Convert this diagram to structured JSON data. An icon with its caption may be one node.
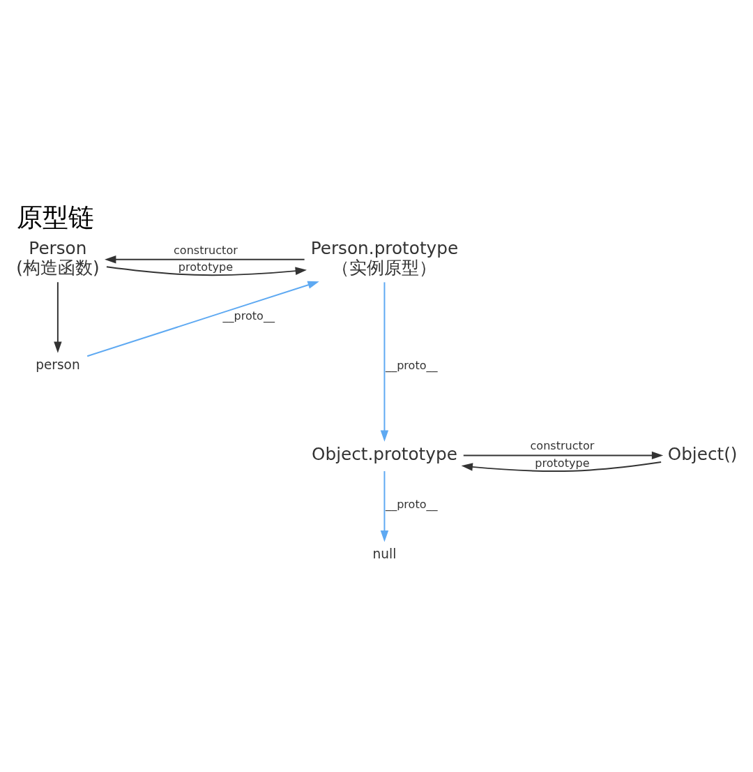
{
  "diagram": {
    "title": "原型链",
    "nodes": [
      {
        "text": [
          "Person",
          "(构造函数)"
        ]
      },
      {
        "text": [
          "Person.prototype",
          "（实例原型）"
        ]
      },
      {
        "text": [
          "person"
        ]
      },
      {
        "text": [
          "Object()"
        ]
      },
      {
        "text": [
          "Object.prototype"
        ]
      },
      {
        "text": [
          "null"
        ]
      }
    ],
    "edges": [
      {
        "from": 0,
        "to": 1,
        "arrow": "to",
        "label": "prototype"
      },
      {
        "from": 1,
        "to": 0,
        "arrow": "to",
        "label": "constructor"
      },
      {
        "from": 0,
        "to": 2,
        "arrow": "to"
      },
      {
        "from": 2,
        "to": 1,
        "arrow": "to",
        "label": "__proto__",
        "color": "#5ea9f2"
      },
      {
        "from": 1,
        "to": 4,
        "arrow": "to",
        "label": "__proto__",
        "color": "#5ea9f2"
      },
      {
        "from": 3,
        "to": 4,
        "arrow": "to",
        "label": "prototype"
      },
      {
        "from": 4,
        "to": 3,
        "arrow": "to",
        "label": "constructor"
      },
      {
        "from": 4,
        "to": 5,
        "arrow": "to",
        "label": "__proto__",
        "color": "#5ea9f2"
      }
    ]
  }
}
